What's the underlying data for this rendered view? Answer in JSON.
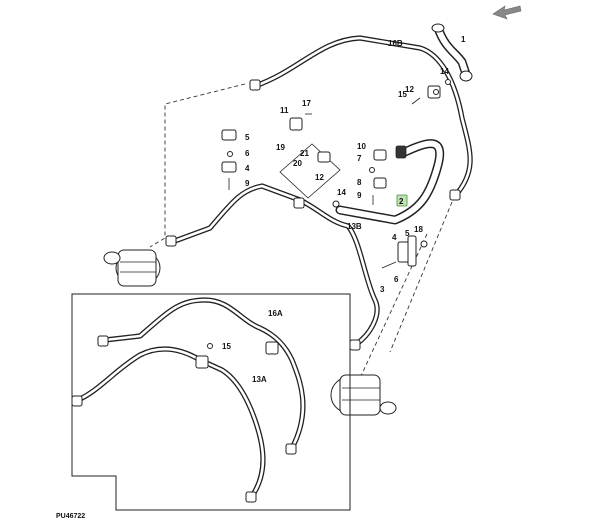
{
  "figure_code": "PU46722",
  "highlighted_callout": "2",
  "colors": {
    "highlight": "#bfe3b4"
  },
  "direction_icon": "arrow-icon",
  "callouts": [
    "1",
    "16B",
    "14",
    "12",
    "15",
    "11",
    "17",
    "5",
    "6",
    "4",
    "9",
    "19",
    "21",
    "20",
    "12",
    "10",
    "7",
    "8",
    "14",
    "9",
    "13B",
    "2",
    "4",
    "5",
    "18",
    "6",
    "3",
    "16A",
    "15",
    "13A"
  ]
}
